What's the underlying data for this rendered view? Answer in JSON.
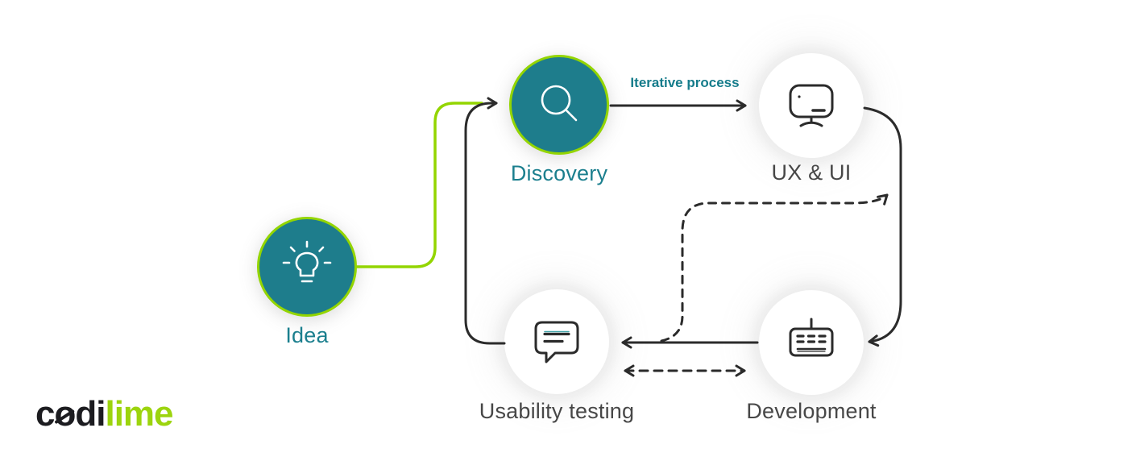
{
  "diagram": {
    "title_hint": "Product design iterative process diagram",
    "nodes": {
      "idea": {
        "label": "Idea",
        "icon": "lightbulb-icon",
        "style": "teal-filled"
      },
      "discovery": {
        "label": "Discovery",
        "icon": "magnifier-icon",
        "style": "teal-filled"
      },
      "ux_ui": {
        "label": "UX & UI",
        "icon": "monitor-icon",
        "style": "white"
      },
      "development": {
        "label": "Development",
        "icon": "keyboard-icon",
        "style": "white"
      },
      "usability_testing": {
        "label": "Usability testing",
        "icon": "chat-bubble-icon",
        "style": "white"
      }
    },
    "annotations": {
      "iterative_process": "Iterative process"
    },
    "edges": [
      {
        "from": "idea",
        "to": "discovery",
        "style": "solid-green",
        "arrow": "none"
      },
      {
        "from": "discovery",
        "to": "ux_ui",
        "style": "solid",
        "arrow": "end",
        "label": "Iterative process"
      },
      {
        "from": "ux_ui",
        "to": "development",
        "style": "solid-curve",
        "arrow": "end"
      },
      {
        "from": "development",
        "to": "usability_testing",
        "style": "solid",
        "arrow": "end"
      },
      {
        "from": "usability_testing",
        "to": "discovery",
        "style": "solid-curve",
        "arrow": "end"
      },
      {
        "from": "usability_testing",
        "to": "development",
        "style": "dashed",
        "arrow": "both"
      },
      {
        "from": "development_usability_link",
        "to": "ux_ui_development_link",
        "style": "dashed-curve",
        "arrow": "end"
      }
    ],
    "colors": {
      "teal_fill": "#1e7d8c",
      "lime_green": "#93d500",
      "line_dark": "#2b2b2b",
      "label_teal": "#1b7f8e",
      "label_dark": "#474747"
    }
  },
  "logo": {
    "c": "c",
    "o": "o",
    "di": "di",
    "lime": "lime"
  }
}
